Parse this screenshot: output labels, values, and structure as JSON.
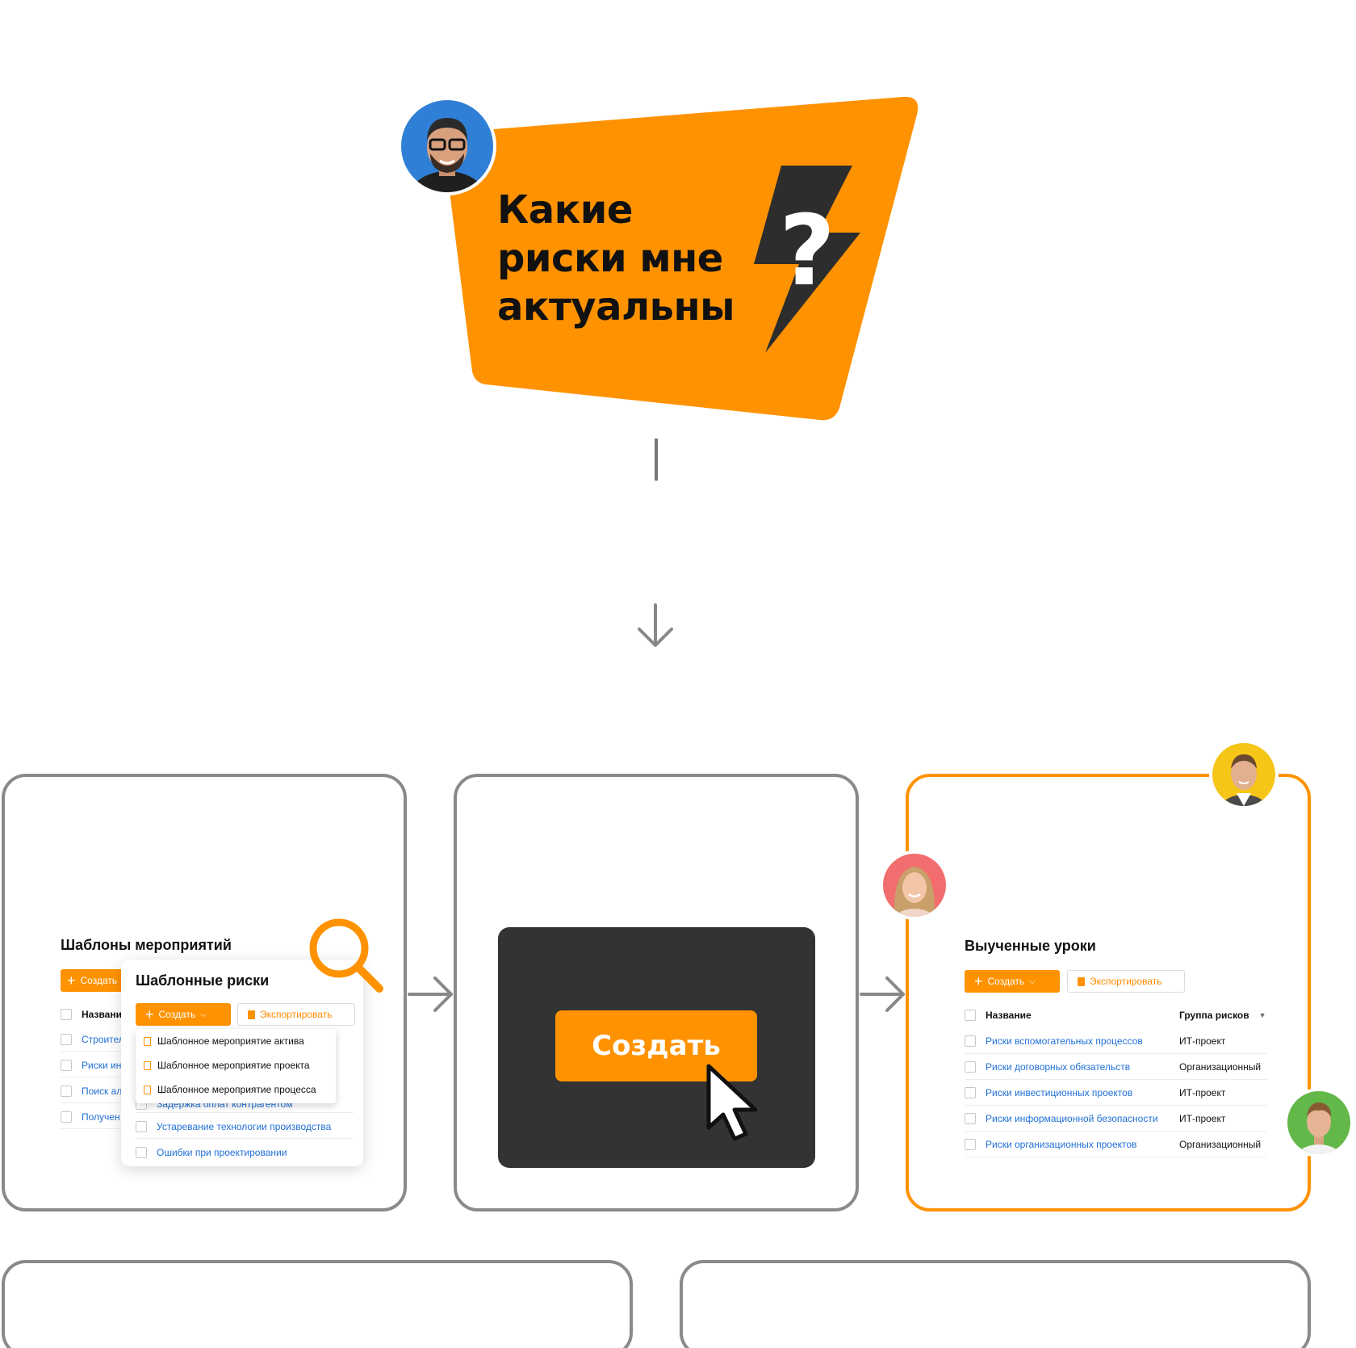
{
  "hero": {
    "title_lines": [
      "Какие",
      "риски мне",
      "актуальны"
    ],
    "accent_color": "#FF9200",
    "icon": "lightning-question-icon"
  },
  "flow": {
    "connector_icon": "arrow-down-icon",
    "step_arrow_icon": "arrow-right-icon"
  },
  "card1": {
    "back_title": "Шаблоны мероприятий",
    "back_create_label": "Создать",
    "back_header": "Название",
    "back_rows": [
      "Строител",
      "Риски ин",
      "Поиск ал",
      "Получен"
    ],
    "front_title": "Шаблонные риски",
    "create_label": "Создать",
    "export_label": "Экспортировать",
    "menu_items": [
      "Шаблонное мероприятие актива",
      "Шаблонное мероприятие проекта",
      "Шаблонное мероприятие процесса"
    ],
    "partial_row": "Задержка оплат контрагентом",
    "rows": [
      "Устаревание технологии производства",
      "Ошибки при проектировании"
    ],
    "magnifier_icon": "search-icon"
  },
  "card2": {
    "button_label": "Создать",
    "cursor_icon": "cursor-arrow-icon"
  },
  "card3": {
    "title": "Выученные уроки",
    "create_label": "Создать",
    "export_label": "Экспортировать",
    "col_name": "Название",
    "col_group": "Группа рисков",
    "rows": [
      {
        "name": "Риски вспомогательных процессов",
        "group": "ИТ-проект"
      },
      {
        "name": "Риски договорных обязательств",
        "group": "Организационный"
      },
      {
        "name": "Риски инвестиционных проектов",
        "group": "ИТ-проект"
      },
      {
        "name": "Риски информационной безопасности",
        "group": "ИТ-проект"
      },
      {
        "name": "Риски организационных проектов",
        "group": "Организационный"
      }
    ]
  }
}
